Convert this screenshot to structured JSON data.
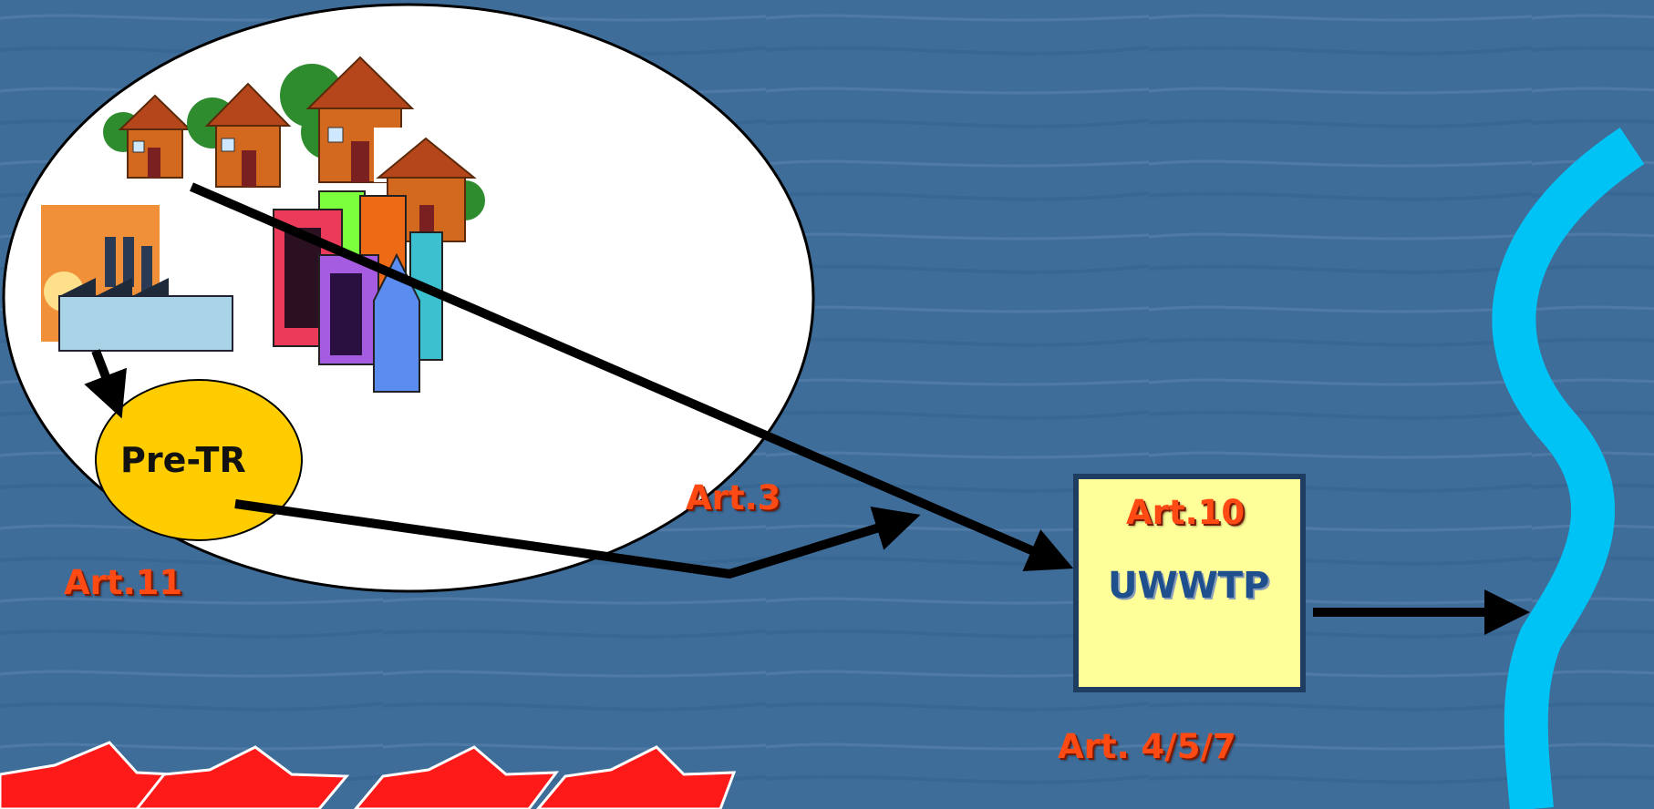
{
  "diagram": {
    "pretreatment_label": "Pre-TR",
    "treatment_plant_label": "UWWTP",
    "articles": {
      "art11": "Art.11",
      "art3": "Art.3",
      "art10": "Art.10",
      "art457": "Art. 4/5/7"
    },
    "colors": {
      "background": "#3f6d99",
      "article_text": "#ff4a14",
      "plant_box_fill": "#ffff99",
      "plant_box_border": "#1e3d60",
      "plant_text": "#1f4f8c",
      "pretreatment_fill": "#ffcc00",
      "river": "#00c3f5",
      "arrows": "#000000"
    },
    "icons": [
      "house-icon",
      "factory-icon",
      "city-buildings-icon",
      "river-icon",
      "starburst-icon"
    ]
  }
}
